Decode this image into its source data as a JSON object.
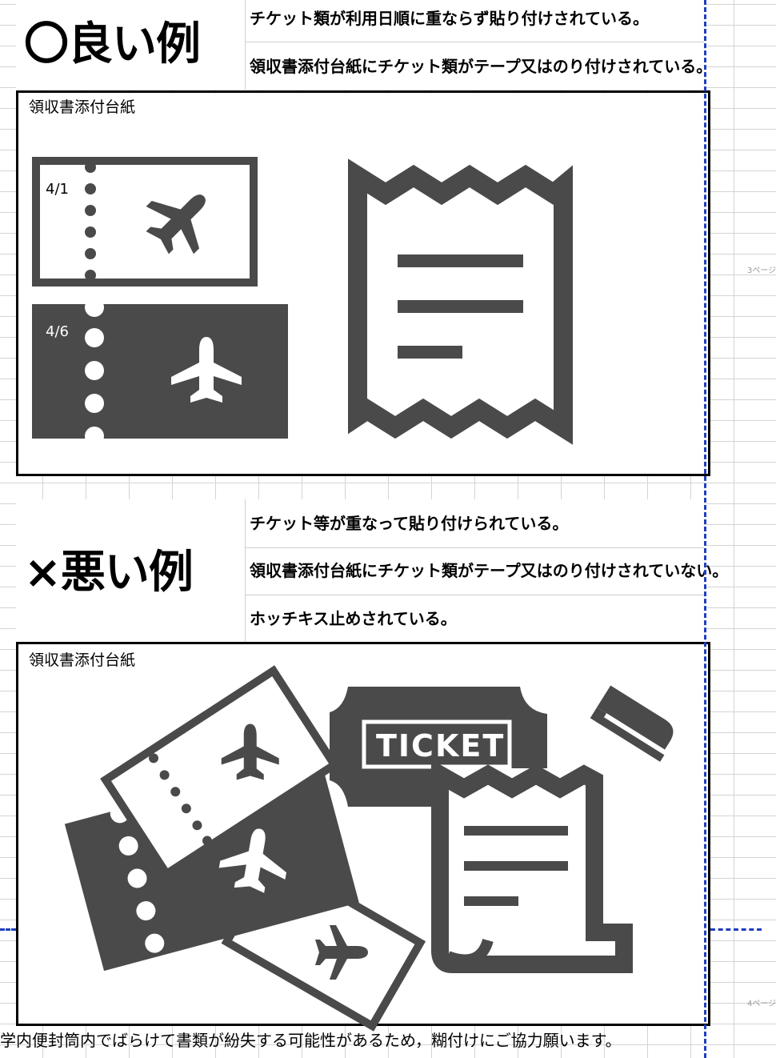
{
  "good": {
    "heading": "〇良い例",
    "notes": [
      "チケット類が利用日順に重ならず貼り付けされている。",
      "領収書添付台紙にチケット類がテープ又はのり付けされている。"
    ],
    "panel_label": "領収書添付台紙",
    "ticket1_date": "4/1",
    "ticket2_date": "4/6"
  },
  "bad": {
    "heading": "×悪い例",
    "notes": [
      "チケット等が重なって貼り付けられている。",
      "領収書添付台紙にチケット類がテープ又はのり付けされていない。",
      "ホッチキス止めされている。"
    ],
    "panel_label": "領収書添付台紙",
    "ticket_word": "TICKET"
  },
  "page_marks": [
    "3ページ",
    "4ページ"
  ],
  "footer": "学内便封筒内でばらけて書類が紛失する可能性があるため，糊付けにご協力願います。",
  "colors": {
    "icon": "#4a4a4a",
    "page_break": "#1f3fbf",
    "grid": "#d4d4d4"
  }
}
